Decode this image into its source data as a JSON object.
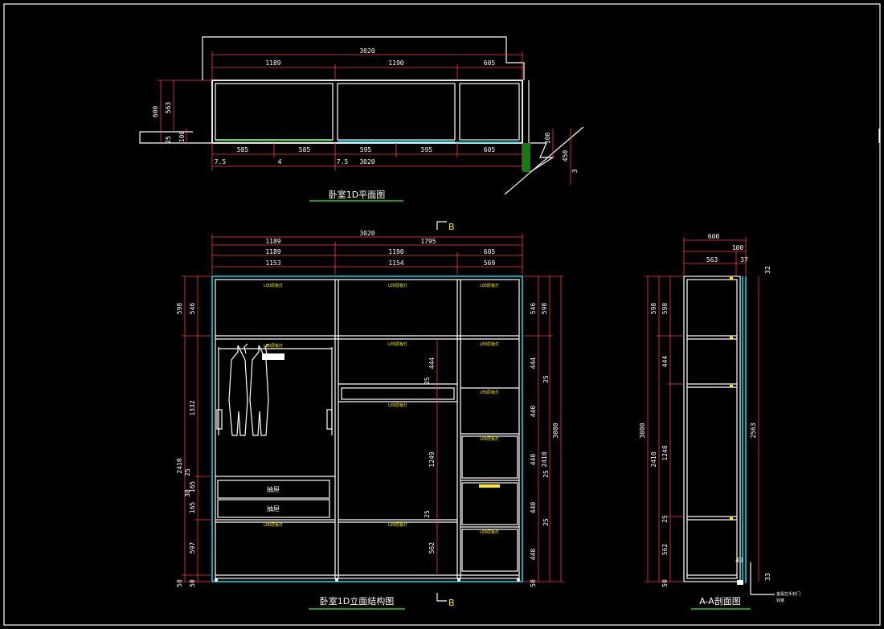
{
  "plan": {
    "title": "卧室1D平面图",
    "top_overall": "3020",
    "top_segments": [
      "1189",
      "1190",
      "605"
    ],
    "bottom_segments": [
      "585",
      "585",
      "595",
      "595",
      "605"
    ],
    "bottom_small": [
      "7.5",
      "4",
      "7.5"
    ],
    "bottom_overall": "3020",
    "left_dims": [
      "600",
      "563",
      "100",
      "25"
    ],
    "right_dims": [
      "100",
      "450",
      "3"
    ]
  },
  "elevation": {
    "title": "卧室1D立面结构图",
    "section_mark": "B",
    "top_overall": "3020",
    "top_row2": [
      "1189",
      "1795"
    ],
    "top_row3": [
      "1189",
      "1190",
      "605"
    ],
    "top_row4": [
      "1153",
      "1154",
      "569"
    ],
    "left_outer": [
      "598",
      "2410",
      "50"
    ],
    "left_inner": [
      "546",
      "1332",
      "25",
      "165",
      "30",
      "165",
      "597",
      "50"
    ],
    "mid_dims": [
      "444",
      "25",
      "1249",
      "25",
      "562"
    ],
    "right_inner": [
      "546",
      "444",
      "25",
      "440",
      "440",
      "25",
      "440",
      "25",
      "440",
      "50"
    ],
    "right_outer": [
      "598",
      "2410",
      "3000"
    ],
    "drawer_labels": [
      "抽屉",
      "抽屉"
    ],
    "light_labels": [
      "LED层板灯",
      "LED层板灯",
      "LED层板灯",
      "LED层板灯",
      "LED层板灯",
      "LED层板灯",
      "LED层板灯",
      "LED层板灯",
      "LED层板灯",
      "LED层板灯",
      "LED层板灯",
      "LED层板灯"
    ]
  },
  "section": {
    "title": "A-A剖面图",
    "top_dims": [
      "600",
      "100",
      "563",
      "37",
      "32"
    ],
    "left_outer": [
      "3000"
    ],
    "left_mid": [
      "598",
      "2410"
    ],
    "left_inner": [
      "598",
      "444",
      "1248",
      "25",
      "562",
      "50"
    ],
    "right_dims": [
      "2563",
      "40",
      "33"
    ],
    "note_line1": "金属拉手封门",
    "note_line2": "铰链"
  },
  "colors": {
    "background": "#000000",
    "lines": "#ffffff",
    "dimensions": "#ff3b3b",
    "glass": "#00d8e8",
    "track": "#22cc22",
    "lights": "#ffee00"
  }
}
